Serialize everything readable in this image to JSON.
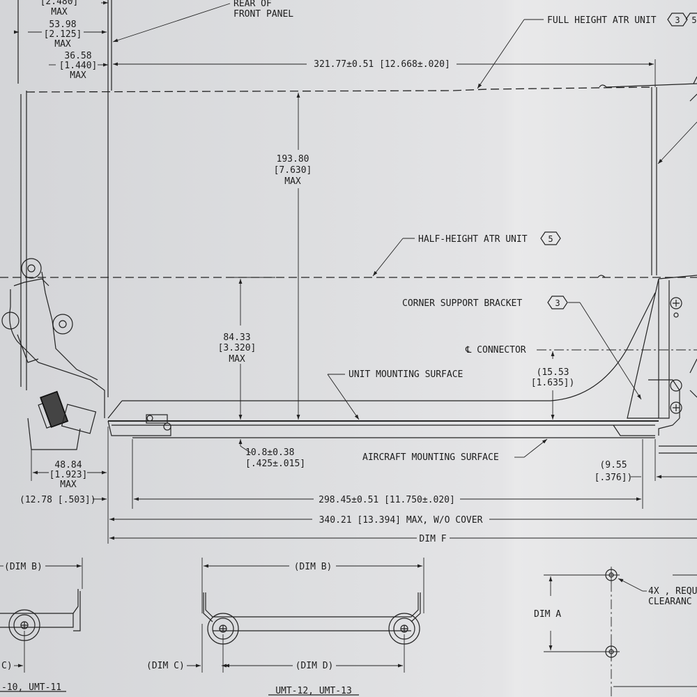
{
  "notes": {
    "rear_front_panel_l1": "REAR OF",
    "rear_front_panel_l2": "FRONT PANEL",
    "full_height": "FULL HEIGHT ATR UNIT",
    "full_height_ref1": "3",
    "full_height_ref2": "5",
    "half_height": "HALF-HEIGHT ATR UNIT",
    "half_height_ref": "5",
    "corner_bracket": "CORNER SUPPORT BRACKET",
    "corner_bracket_ref": "3",
    "connector_cl": "℄ CONNECTOR",
    "unit_mounting": "UNIT MOUNTING SURFACE",
    "aircraft_mounting": "AIRCRAFT MOUNTING SURFACE",
    "hole_note_l1": "4X , REQU",
    "hole_note_l2": "CLEARANC"
  },
  "dims": {
    "d2480": "[2.480]",
    "d2480_max": "MAX",
    "d5398": "53.98",
    "d5398_in": "[2.125]",
    "d5398_max": "MAX",
    "d3658": "36.58",
    "d3658_in": "[1.440]",
    "d3658_max": "MAX",
    "width_top": "321.77±0.51 [12.668±.020]",
    "h19380": "193.80",
    "h19380_in": "[7.630]",
    "h19380_max": "MAX",
    "h8433": "84.33",
    "h8433_in": "[3.320]",
    "h8433_max": "MAX",
    "c1553": "(15.53",
    "c1553_in": "[1.635])",
    "t108": "10.8±0.38",
    "t108_in": "[.425±.015]",
    "d4884": "48.84",
    "d4884_in": "[1.923]",
    "d4884_max": "MAX",
    "d1278": "(12.78 [.503])",
    "d955": "(9.55",
    "d955_in": "[.376])",
    "w29845": "298.45±0.51 [11.750±.020]",
    "w34021": "340.21 [13.394] MAX, W/O COVER",
    "dim_f": "DIM F"
  },
  "details": {
    "left_dim_b": "(DIM B)",
    "left_dim_c": "C)",
    "left_caption": "-10, UMT-11",
    "mid_dim_b": "(DIM B)",
    "mid_dim_c": "(DIM C)",
    "mid_dim_d": "(DIM D)",
    "mid_caption": "UMT-12, UMT-13",
    "dim_a": "DIM A"
  }
}
